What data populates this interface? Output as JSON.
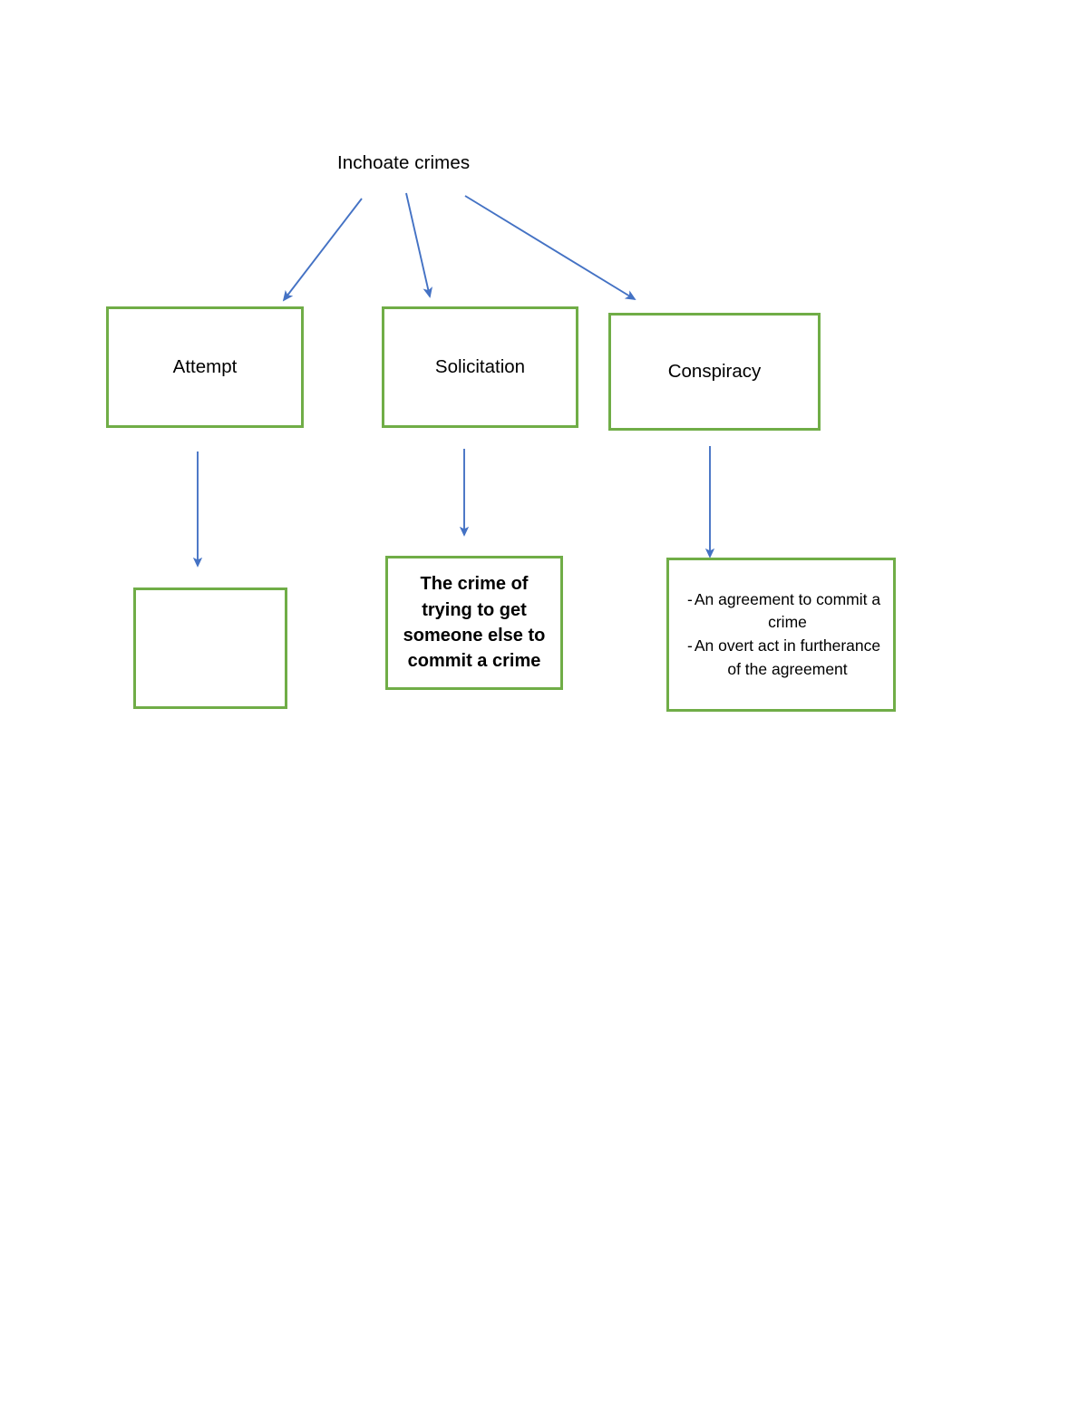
{
  "document": {
    "title": "Inchoate crimes",
    "page_background": "#ffffff"
  },
  "colors": {
    "box_border": "#70AD47",
    "arrow": "#4472C4",
    "text": "#000000"
  },
  "diagram": {
    "root": {
      "label": "Inchoate crimes"
    },
    "categories": [
      {
        "id": "attempt",
        "label": "Attempt",
        "detail": {
          "type": "empty",
          "text": ""
        }
      },
      {
        "id": "solicitation",
        "label": "Solicitation",
        "detail": {
          "type": "paragraph",
          "text": "The crime of trying to get someone else to commit a crime"
        }
      },
      {
        "id": "conspiracy",
        "label": "Conspiracy",
        "detail": {
          "type": "bullets",
          "bullet_marker": "-",
          "items": [
            "An agreement to commit a crime",
            "An overt act in furtherance of the agreement"
          ]
        }
      }
    ],
    "connectors": [
      {
        "name": "root-to-attempt",
        "style": "diagonal-arrow"
      },
      {
        "name": "root-to-solicitation",
        "style": "diagonal-arrow"
      },
      {
        "name": "root-to-conspiracy",
        "style": "diagonal-arrow"
      },
      {
        "name": "attempt-to-detail",
        "style": "vertical-arrow"
      },
      {
        "name": "solicitation-to-detail",
        "style": "vertical-arrow"
      },
      {
        "name": "conspiracy-to-detail",
        "style": "vertical-arrow"
      }
    ]
  }
}
